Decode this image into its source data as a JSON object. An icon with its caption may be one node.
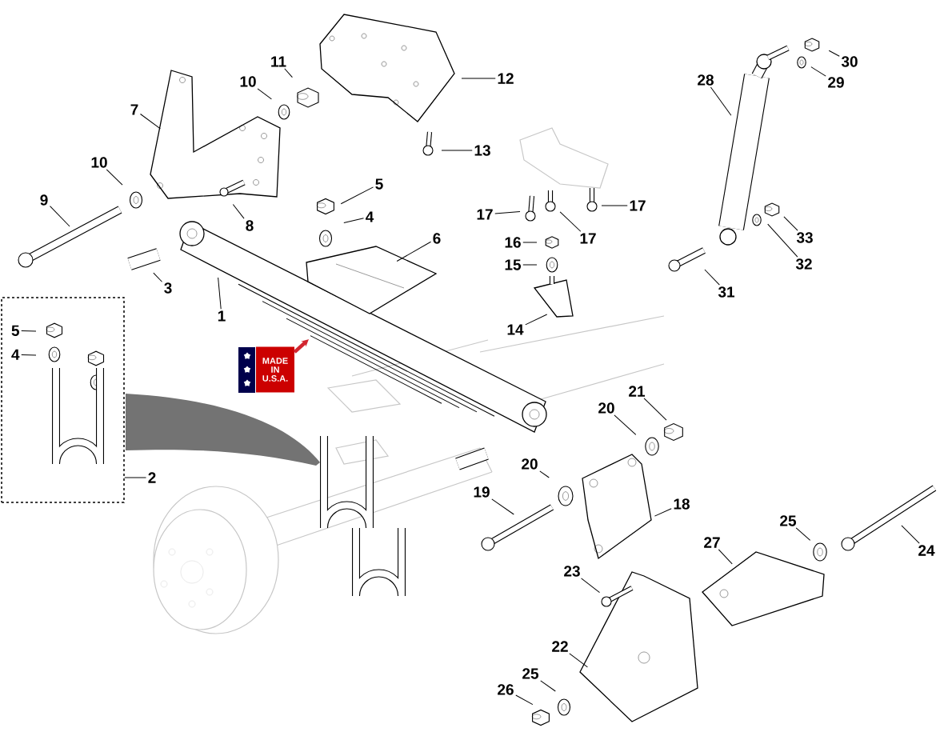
{
  "diagram": {
    "nodes": [
      {
        "text": [
          "11"
        ]
      },
      {
        "text": [
          "10"
        ]
      },
      {
        "text": [
          "7"
        ]
      },
      {
        "text": [
          "12"
        ]
      },
      {
        "text": [
          "30"
        ]
      },
      {
        "text": [
          "28"
        ]
      },
      {
        "text": [
          "29"
        ]
      },
      {
        "text": [
          "13"
        ]
      },
      {
        "text": [
          "10"
        ]
      },
      {
        "text": [
          "9"
        ]
      },
      {
        "text": [
          "5"
        ]
      },
      {
        "text": [
          "17"
        ]
      },
      {
        "text": [
          "17"
        ]
      },
      {
        "text": [
          "17"
        ]
      },
      {
        "text": [
          "8"
        ]
      },
      {
        "text": [
          "4"
        ]
      },
      {
        "text": [
          "6"
        ]
      },
      {
        "text": [
          "16"
        ]
      },
      {
        "text": [
          "33"
        ]
      },
      {
        "text": [
          "3"
        ]
      },
      {
        "text": [
          "15"
        ]
      },
      {
        "text": [
          "32"
        ]
      },
      {
        "text": [
          "31"
        ]
      },
      {
        "text": [
          "1"
        ]
      },
      {
        "text": [
          "14"
        ]
      },
      {
        "text": [],
        "shape": "box"
      },
      {
        "text": [
          "5"
        ],
        "in": 25
      },
      {
        "text": [
          "4"
        ],
        "in": 25
      },
      {
        "text": [
          "MADE IN U.S.A."
        ]
      },
      {
        "text": [
          "21"
        ]
      },
      {
        "text": [
          "20"
        ]
      },
      {
        "text": [
          "20"
        ]
      },
      {
        "text": [
          "2"
        ]
      },
      {
        "text": [
          "19"
        ]
      },
      {
        "text": [
          "18"
        ]
      },
      {
        "text": [
          "25"
        ]
      },
      {
        "text": [
          "27"
        ]
      },
      {
        "text": [
          "24"
        ]
      },
      {
        "text": [
          "23"
        ]
      },
      {
        "text": [
          "22"
        ]
      },
      {
        "text": [
          "25"
        ]
      },
      {
        "text": [
          "26"
        ]
      }
    ],
    "edges": [
      {
        "from": 0,
        "to": null,
        "arrow": "none"
      },
      {
        "from": 1,
        "to": null,
        "arrow": "none"
      },
      {
        "from": 2,
        "to": null,
        "arrow": "none"
      },
      {
        "from": 3,
        "to": null,
        "arrow": "none"
      },
      {
        "from": 4,
        "to": null,
        "arrow": "none"
      },
      {
        "from": 5,
        "to": null,
        "arrow": "none"
      },
      {
        "from": 6,
        "to": null,
        "arrow": "none"
      },
      {
        "from": 7,
        "to": null,
        "arrow": "none"
      },
      {
        "from": 8,
        "to": null,
        "arrow": "none"
      },
      {
        "from": 9,
        "to": null,
        "arrow": "none"
      },
      {
        "from": 10,
        "to": null,
        "arrow": "none"
      },
      {
        "from": 11,
        "to": null,
        "arrow": "none"
      },
      {
        "from": 12,
        "to": null,
        "arrow": "none"
      },
      {
        "from": 13,
        "to": null,
        "arrow": "none"
      },
      {
        "from": 14,
        "to": null,
        "arrow": "none"
      },
      {
        "from": 15,
        "to": null,
        "arrow": "none"
      },
      {
        "from": 16,
        "to": null,
        "arrow": "none"
      },
      {
        "from": 17,
        "to": null,
        "arrow": "none"
      },
      {
        "from": 18,
        "to": null,
        "arrow": "none"
      },
      {
        "from": 19,
        "to": null,
        "arrow": "none"
      },
      {
        "from": 20,
        "to": null,
        "arrow": "none"
      },
      {
        "from": 21,
        "to": null,
        "arrow": "none"
      },
      {
        "from": 22,
        "to": null,
        "arrow": "none"
      },
      {
        "from": 23,
        "to": null,
        "arrow": "none"
      },
      {
        "from": 24,
        "to": null,
        "arrow": "none"
      },
      {
        "from": 26,
        "to": null,
        "arrow": "none"
      },
      {
        "from": 27,
        "to": null,
        "arrow": "none"
      },
      {
        "from": 28,
        "to": null,
        "arrow": "to",
        "style": "thick",
        "color": "#d22630"
      },
      {
        "from": 29,
        "to": null,
        "arrow": "none"
      },
      {
        "from": 30,
        "to": null,
        "arrow": "none"
      },
      {
        "from": 31,
        "to": null,
        "arrow": "none"
      },
      {
        "from": 32,
        "to": 25,
        "arrow": "none"
      },
      {
        "from": 33,
        "to": null,
        "arrow": "none"
      },
      {
        "from": 34,
        "to": null,
        "arrow": "none"
      },
      {
        "from": 35,
        "to": null,
        "arrow": "none"
      },
      {
        "from": 36,
        "to": null,
        "arrow": "none"
      },
      {
        "from": 37,
        "to": null,
        "arrow": "none"
      },
      {
        "from": 38,
        "to": null,
        "arrow": "none"
      },
      {
        "from": 39,
        "to": null,
        "arrow": "none"
      },
      {
        "from": 40,
        "to": null,
        "arrow": "none"
      },
      {
        "from": 41,
        "to": null,
        "arrow": "none"
      }
    ]
  }
}
